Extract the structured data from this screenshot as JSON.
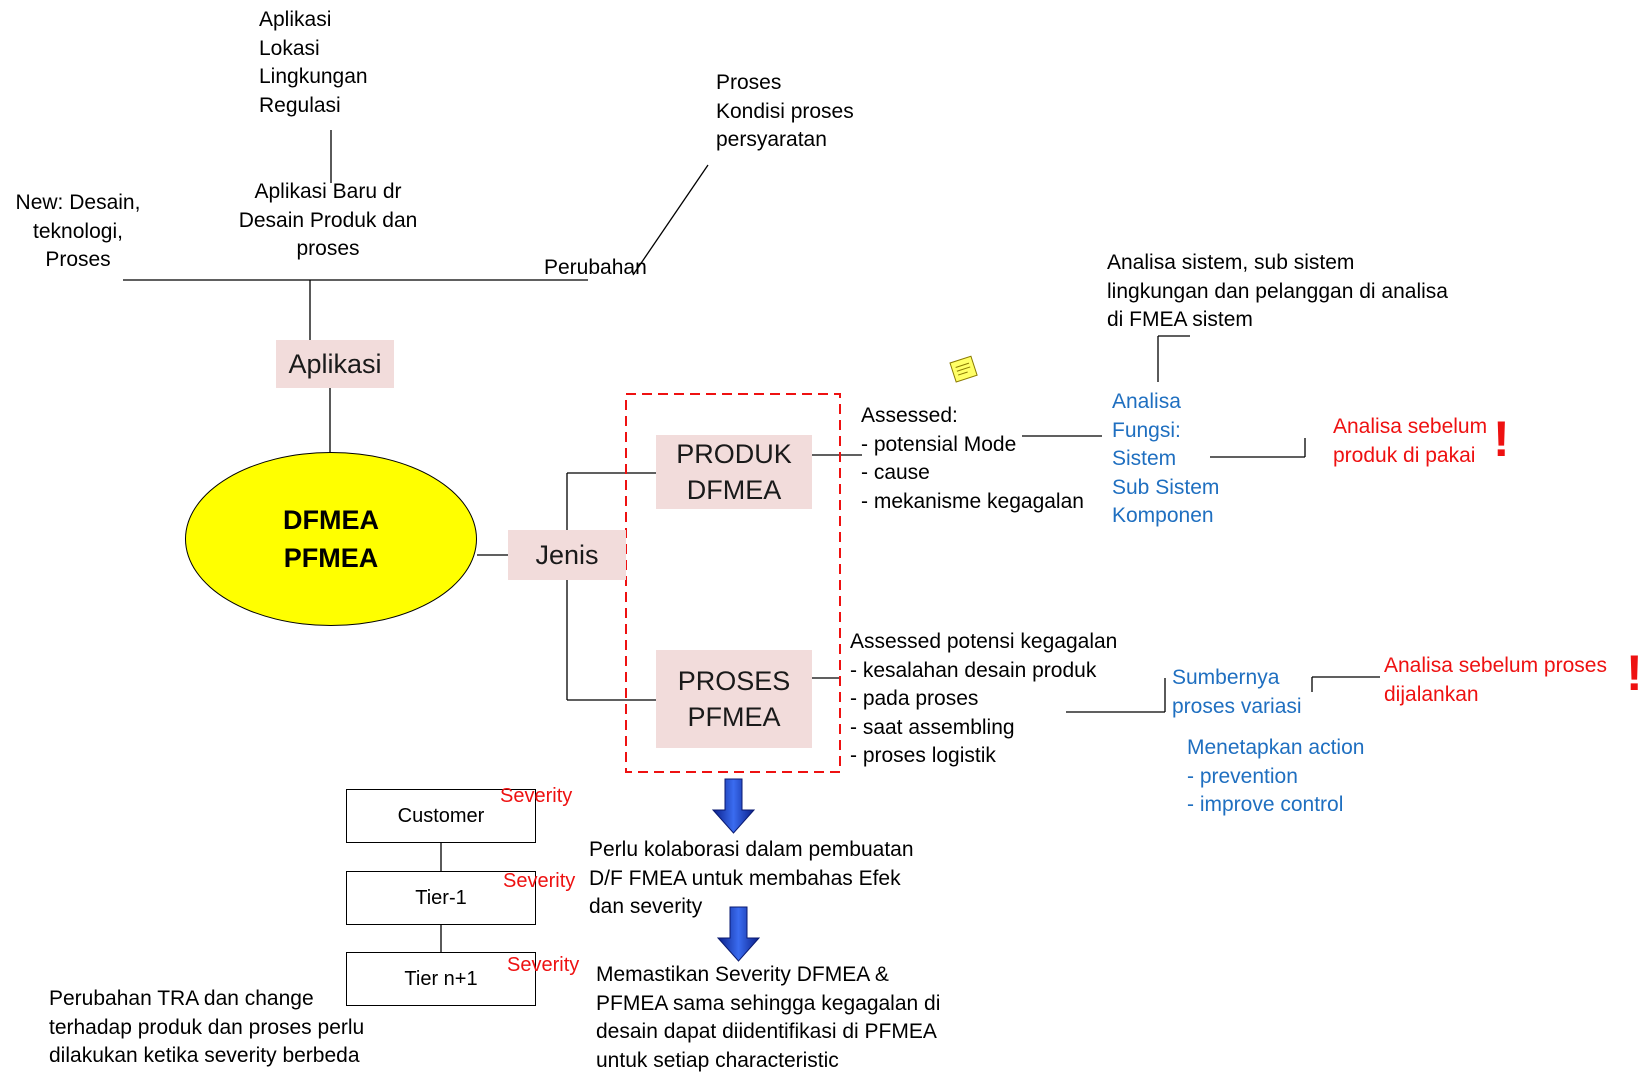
{
  "top_center": {
    "list": [
      "Aplikasi",
      "Lokasi",
      "Lingkungan",
      "Regulasi"
    ],
    "label": [
      "Aplikasi Baru dr",
      "Desain Produk dan",
      "proses"
    ]
  },
  "top_left": [
    "New: Desain,",
    "teknologi,",
    "Proses"
  ],
  "top_right": {
    "list": [
      "Proses",
      "Kondisi proses",
      "persyaratan"
    ],
    "label": "Perubahan"
  },
  "aplikasi_box": "Aplikasi",
  "center_oval": [
    "DFMEA",
    "PFMEA"
  ],
  "jenis_box": "Jenis",
  "produk_box": [
    "PRODUK",
    "DFMEA"
  ],
  "proses_box": [
    "PROSES",
    "PFMEA"
  ],
  "assessed_produk": [
    "Assessed:",
    "- potensial Mode",
    "- cause",
    "- mekanisme kegagalan"
  ],
  "assessed_proses": [
    "Assessed potensi kegagalan",
    "- kesalahan  desain produk",
    "- pada proses",
    "- saat assembling",
    "- proses logistik"
  ],
  "analisa_sistem": [
    "Analisa sistem, sub sistem",
    "lingkungan dan pelanggan di analisa",
    "di FMEA sistem"
  ],
  "analisa_fungsi": [
    "Analisa",
    "Fungsi:",
    "Sistem",
    "Sub Sistem",
    "Komponen"
  ],
  "warning_produk": [
    "Analisa sebelum",
    "produk di pakai"
  ],
  "sumbernya": [
    "Sumbernya",
    "proses variasi"
  ],
  "warning_proses": [
    "Analisa sebelum proses",
    "dijalankan"
  ],
  "menetapkan": [
    "Menetapkan action",
    "- prevention",
    "- improve control"
  ],
  "chain": [
    {
      "label": "Customer",
      "severity": "Severity"
    },
    {
      "label": "Tier-1",
      "severity": "Severity"
    },
    {
      "label": "Tier n+1",
      "severity": "Severity"
    }
  ],
  "kolaborasi": [
    "Perlu kolaborasi dalam pembuatan",
    "D/F FMEA untuk membahas Efek",
    "dan severity"
  ],
  "memastikan": [
    "Memastikan Severity DFMEA &",
    "PFMEA sama sehingga kegagalan di",
    "desain dapat diidentifikasi di PFMEA",
    "untuk setiap characteristic"
  ],
  "perubahan_tra": [
    "Perubahan TRA dan change",
    "terhadap produk dan proses perlu",
    "dilakukan ketika severity berbeda"
  ],
  "exclamation": "!",
  "colors": {
    "oval": "#ffff00",
    "box": "#f2dcdb",
    "blue_text": "#1f6fc0",
    "red_text": "#ee1111",
    "arrow": "#1a3fd8",
    "dashed": "#ee1111"
  },
  "icons": [
    "note-icon",
    "down-arrow-icon"
  ]
}
